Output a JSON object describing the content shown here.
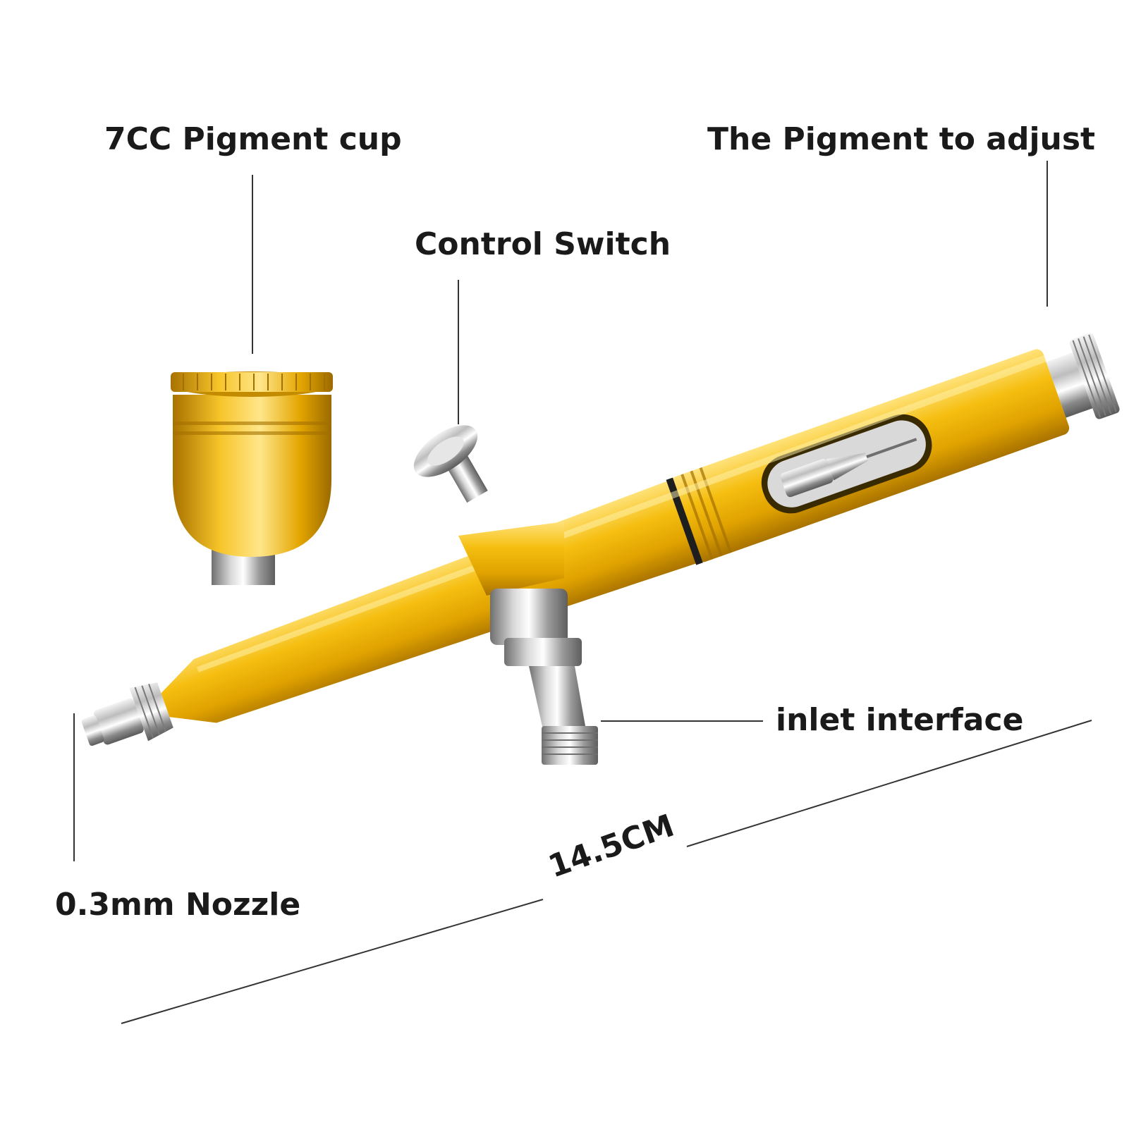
{
  "labels": {
    "pigment_cup": "7CC Pigment cup",
    "pigment_adjust": "The Pigment to adjust",
    "control_switch": "Control Switch",
    "inlet_interface": "inlet interface",
    "nozzle": "0.3mm Nozzle",
    "length": "14.5CM"
  },
  "colors": {
    "body_gold": "#f2b600",
    "body_highlight": "#ffe27a",
    "body_shadow": "#b27c00",
    "chrome": "#c8c8c8",
    "chrome_dark": "#6f6f6f",
    "line": "#333333",
    "text": "#1a1a1a"
  }
}
